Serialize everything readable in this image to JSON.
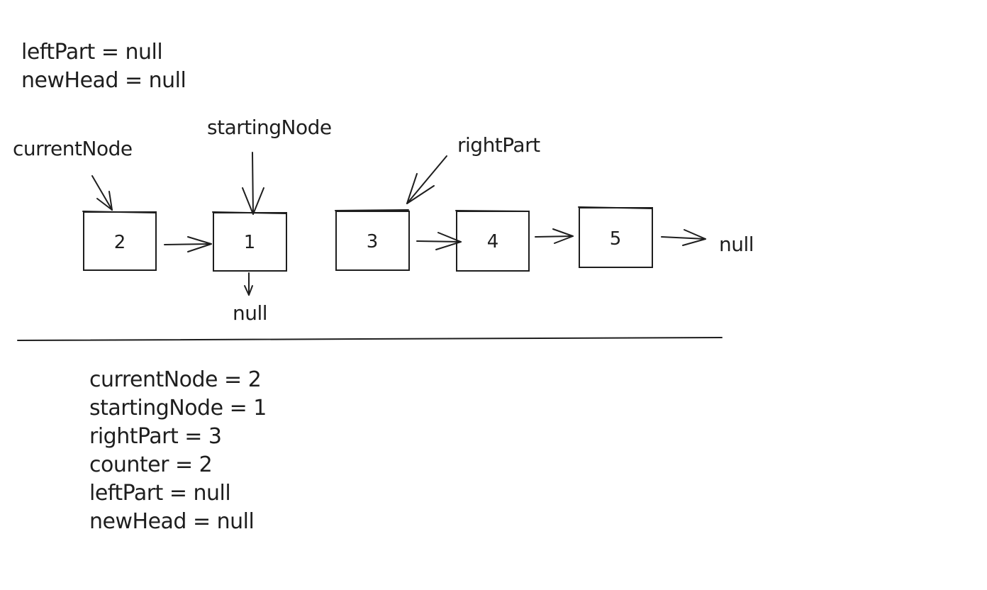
{
  "top_state": [
    {
      "name": "leftPart",
      "value": "null",
      "text": "leftPart = null"
    },
    {
      "name": "newHead",
      "value": "null",
      "text": "newHead = null"
    }
  ],
  "pointers": {
    "currentNode": "currentNode",
    "startingNode": "startingNode",
    "rightPart": "rightPart"
  },
  "nodes": [
    {
      "id": "n2",
      "value": "2"
    },
    {
      "id": "n1",
      "value": "1"
    },
    {
      "id": "n3",
      "value": "3"
    },
    {
      "id": "n4",
      "value": "4"
    },
    {
      "id": "n5",
      "value": "5"
    }
  ],
  "null_labels": {
    "below_node_1": "null",
    "after_node_5": "null"
  },
  "bottom_state": [
    {
      "name": "currentNode",
      "value": "2",
      "text": "currentNode = 2"
    },
    {
      "name": "startingNode",
      "value": "1",
      "text": "startingNode = 1"
    },
    {
      "name": "rightPart",
      "value": "3",
      "text": "rightPart = 3"
    },
    {
      "name": "counter",
      "value": "2",
      "text": "counter = 2"
    },
    {
      "name": "leftPart",
      "value": "null",
      "text": "leftPart = null"
    },
    {
      "name": "newHead",
      "value": "null",
      "text": "newHead = null"
    }
  ]
}
